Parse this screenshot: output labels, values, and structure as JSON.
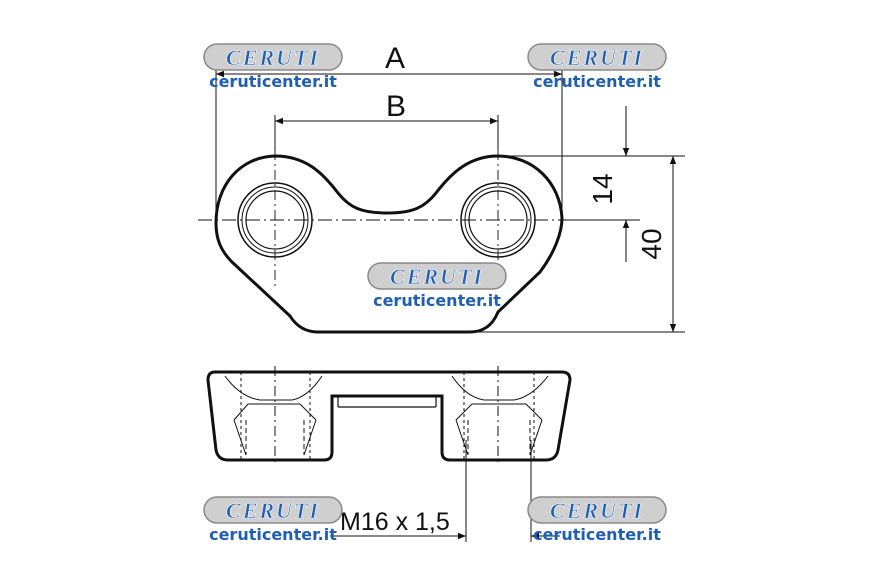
{
  "dimensions": {
    "a_label": "A",
    "b_label": "B",
    "height_14": "14",
    "height_40": "40",
    "thread": "M16 x 1,5"
  },
  "watermark": {
    "logo": "CERUTI",
    "url": "ceruticenter.it",
    "colors": {
      "blue": "#1e5fb3",
      "logo_bg": "#cfcfcf",
      "logo_border": "#8a8a8a"
    }
  }
}
